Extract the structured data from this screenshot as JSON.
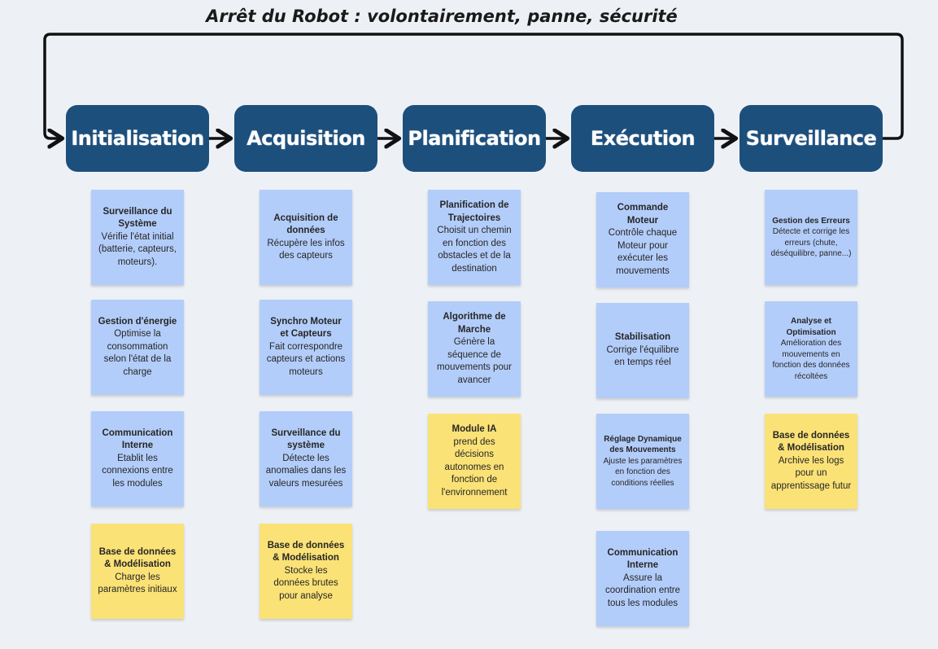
{
  "title": "Arrêt du Robot : volontairement, panne, sécurité",
  "colors": {
    "phase_bg": "#1d4f7c",
    "note_blue": "#b3cdfa",
    "note_yellow": "#fbe276",
    "arrow": "#111111",
    "background": "#edf1f6"
  },
  "phases": [
    {
      "label": "Initialisation",
      "notes": [
        {
          "title": "Surveillance du Système",
          "text": "Vérifie l'état initial (batterie, capteurs, moteurs).",
          "color": "blue"
        },
        {
          "title": "Gestion d'énergie",
          "text": "Optimise la consommation selon l'état de la charge",
          "color": "blue"
        },
        {
          "title": "Communication Interne",
          "text": "Etablit les connexions entre les modules",
          "color": "blue"
        },
        {
          "title": "Base de données & Modélisation",
          "text": "Charge les paramètres initiaux",
          "color": "yellow"
        }
      ]
    },
    {
      "label": "Acquisition",
      "notes": [
        {
          "title": "Acquisition de données",
          "text": "Récupère les infos des capteurs",
          "color": "blue"
        },
        {
          "title": "Synchro Moteur et Capteurs",
          "text": "Fait correspondre capteurs et actions moteurs",
          "color": "blue"
        },
        {
          "title": "Surveillance du système",
          "text": "Détecte les anomalies dans les valeurs mesurées",
          "color": "blue"
        },
        {
          "title": "Base de données & Modélisation",
          "text": "Stocke les données brutes pour analyse",
          "color": "yellow"
        }
      ]
    },
    {
      "label": "Planification",
      "notes": [
        {
          "title": "Planification de Trajectoires",
          "text": "Choisit un chemin en fonction des obstacles et de la destination",
          "color": "blue"
        },
        {
          "title": "Algorithme de Marche",
          "text": "Génère la séquence de mouvements pour avancer",
          "color": "blue"
        },
        {
          "title": "Module IA",
          "text": "prend des décisions autonomes en fonction de l'environnement",
          "color": "yellow"
        }
      ]
    },
    {
      "label": "Exécution",
      "notes": [
        {
          "title": "Commande Moteur",
          "text": "Contrôle chaque Moteur pour exécuter les mouvements",
          "color": "blue"
        },
        {
          "title": "Stabilisation",
          "text": "Corrige l'équilibre en temps réel",
          "color": "blue"
        },
        {
          "title": "Réglage Dynamique des Mouvements",
          "text": "Ajuste les paramètres en fonction des conditions réelles",
          "color": "blue"
        },
        {
          "title": "Communication Interne",
          "text": "Assure la coordination entre tous les modules",
          "color": "blue"
        }
      ]
    },
    {
      "label": "Surveillance",
      "notes": [
        {
          "title": "Gestion des Erreurs",
          "text": "Détecte et corrige les erreurs (chute, déséquilibre, panne...)",
          "color": "blue"
        },
        {
          "title": "Analyse et Optimisation",
          "text": "Amélioration des mouvements en fonction des données récoltées",
          "color": "blue"
        },
        {
          "title": "Base de données & Modélisation",
          "text": "Archive les logs pour un apprentissage futur",
          "color": "yellow"
        }
      ]
    }
  ]
}
